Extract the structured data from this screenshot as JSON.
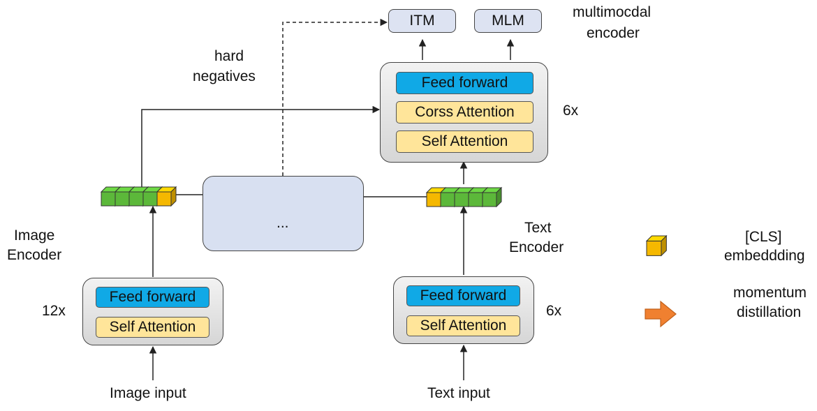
{
  "heads": {
    "itm": "ITM",
    "mlm": "MLM"
  },
  "multimodal": {
    "caption_line1": "multimocdal",
    "caption_line2": "encoder",
    "repeat": "6x",
    "layers": [
      "Feed forward",
      "Corss Attention",
      "Self Attention"
    ]
  },
  "hard_negatives": {
    "line1": "hard",
    "line2": "negatives"
  },
  "image_encoder": {
    "caption_line1": "Image",
    "caption_line2": "Encoder",
    "repeat": "12x",
    "layers": [
      "Feed forward",
      "Self Attention"
    ],
    "input": "Image input"
  },
  "text_encoder": {
    "caption_line1": "Text",
    "caption_line2": "Encoder",
    "repeat": "6x",
    "layers": [
      "Feed forward",
      "Self Attention"
    ],
    "input": "Text input"
  },
  "pool": {
    "ellipsis": "..."
  },
  "legend": {
    "cls_line1": "[CLS]",
    "cls_line2": "embeddding",
    "momentum_line1": "momentum",
    "momentum_line2": "distillation"
  },
  "colors": {
    "cls_cube": "#f5b800",
    "token_cube": "#5cb83a",
    "feed_forward": "#10a9e6",
    "attention": "#ffe59a",
    "pool_bg": "#d8e0f1",
    "momentum_arrow": "#f08030"
  }
}
